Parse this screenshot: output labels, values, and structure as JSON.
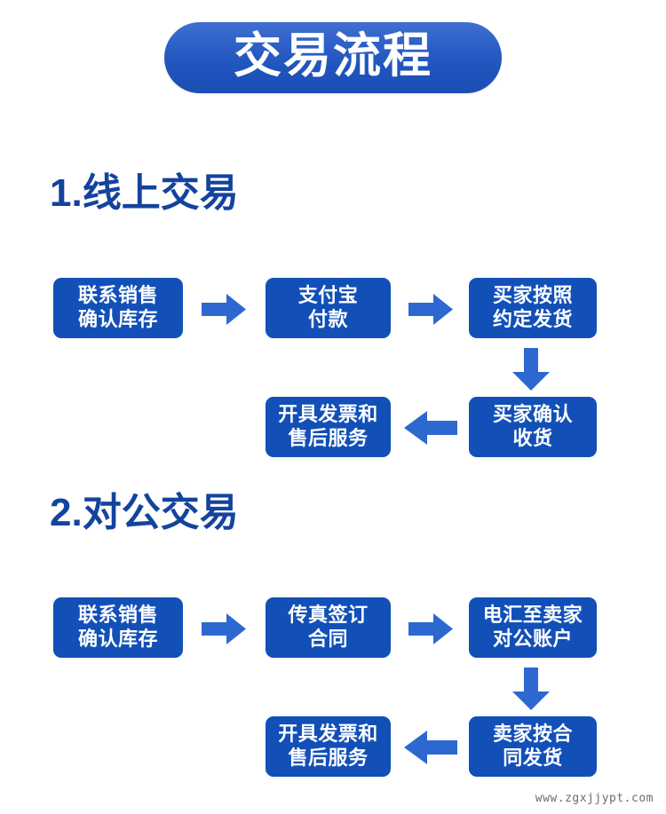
{
  "page": {
    "title_banner": {
      "text": "交易流程",
      "bg_gradient_top": "#3f6fd0",
      "bg_gradient_bottom": "#1a4eb4",
      "text_color": "#ffffff"
    },
    "background_color": "#ffffff",
    "box_color": "#1250b8",
    "arrow_color": "#2d68d0",
    "heading_color": "#14439f",
    "watermark": "www.zgxjjypt.com"
  },
  "sections": [
    {
      "heading": "1.线上交易",
      "boxes": [
        {
          "name": "contact-sales",
          "line1": "联系销售",
          "line2": "确认库存"
        },
        {
          "name": "alipay-payment",
          "line1": "支付宝",
          "line2": "付款"
        },
        {
          "name": "buyer-ships-as-agreed",
          "line1": "买家按照",
          "line2": "约定发货"
        },
        {
          "name": "buyer-confirms-receipt",
          "line1": "买家确认",
          "line2": "收货"
        },
        {
          "name": "invoice-and-aftersales",
          "line1": "开具发票和",
          "line2": "售后服务"
        }
      ],
      "arrows": [
        {
          "name": "arrow-right-contact-to-payment",
          "direction": "right"
        },
        {
          "name": "arrow-right-payment-to-ship",
          "direction": "right"
        },
        {
          "name": "arrow-down-ship-to-confirm",
          "direction": "down"
        },
        {
          "name": "arrow-left-confirm-to-invoice",
          "direction": "left"
        }
      ]
    },
    {
      "heading": "2.对公交易",
      "boxes": [
        {
          "name": "contact-sales",
          "line1": "联系销售",
          "line2": "确认库存"
        },
        {
          "name": "fax-sign-contract",
          "line1": "传真签订",
          "line2": "合同"
        },
        {
          "name": "wire-to-seller-account",
          "line1": "电汇至卖家",
          "line2": "对公账户"
        },
        {
          "name": "seller-ships-per-contract",
          "line1": "卖家按合",
          "line2": "同发货"
        },
        {
          "name": "invoice-and-aftersales",
          "line1": "开具发票和",
          "line2": "售后服务"
        }
      ],
      "arrows": [
        {
          "name": "arrow-right-contact-to-contract",
          "direction": "right"
        },
        {
          "name": "arrow-right-contract-to-wire",
          "direction": "right"
        },
        {
          "name": "arrow-down-wire-to-ship",
          "direction": "down"
        },
        {
          "name": "arrow-left-ship-to-invoice",
          "direction": "left"
        }
      ]
    }
  ]
}
